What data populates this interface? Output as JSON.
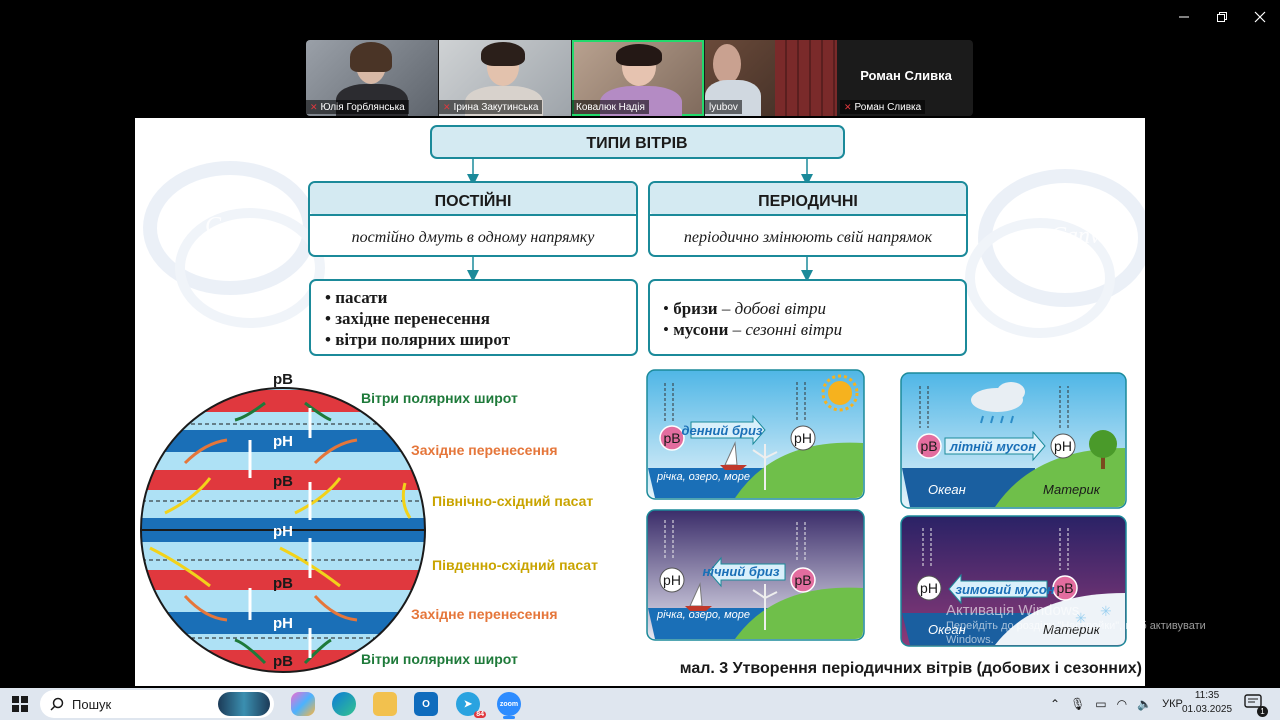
{
  "window": {
    "minimize_icon": "minimize-icon",
    "restore_icon": "restore-icon",
    "close_icon": "close-icon"
  },
  "participants": [
    {
      "name": "Юлія Горблянська",
      "muted": true
    },
    {
      "name": "Ірина Закутинська",
      "muted": true
    },
    {
      "name": "Ковалюк Надія",
      "muted": false,
      "active": true
    },
    {
      "name": "lyubov",
      "muted": false
    },
    {
      "name": "Роман Сливка",
      "muted": true,
      "header": "Роман Сливка"
    }
  ],
  "slide": {
    "title": "ТИПИ ВІТРІВ",
    "watermark": "Canva",
    "constant": {
      "header": "ПОСТІЙНІ",
      "desc": "постійно дмуть в одному напрямку",
      "items": [
        "пасати",
        "західне перенесення",
        "вітри полярних широт"
      ]
    },
    "periodic": {
      "header": "ПЕРІОДИЧНІ",
      "desc": "періодично змінюють свій напрямок",
      "items": [
        {
          "bold": "бризи",
          "sep": " – ",
          "italic": "добові вітри"
        },
        {
          "bold": "мусони",
          "sep": " – ",
          "italic": "сезонні вітри"
        }
      ]
    },
    "globe": {
      "labels": [
        "Вітри полярних широт",
        "Західне перенесення",
        "Північно-східний пасат",
        "Південно-східний пасат",
        "Західне перенесення",
        "Вітри полярних широт"
      ],
      "pressure": [
        "рВ",
        "рН",
        "рВ",
        "рН",
        "рВ",
        "рН",
        "рВ"
      ]
    },
    "panels": {
      "day": {
        "wind": "денний бриз",
        "left": "рВ",
        "right": "рН",
        "water": "річка, озеро, море"
      },
      "night": {
        "wind": "нічний бриз",
        "left": "рН",
        "right": "рВ",
        "water": "річка, озеро, море"
      },
      "summer": {
        "wind": "літній мусон",
        "left": "рВ",
        "right": "рН",
        "ocean": "Океан",
        "land": "Материк"
      },
      "winter": {
        "wind": "зимовий мусон",
        "left": "рН",
        "right": "рВ",
        "ocean": "Океан",
        "land": "Материк"
      }
    },
    "caption": "мал. 3 Утворення періодичних вітрів (добових і сезонних)"
  },
  "activation": {
    "title": "Активація Windows",
    "text": "Перейдіть до розділу \"Настройки\", щоб активувати Windows."
  },
  "taskbar": {
    "search": "Пошук",
    "lang": "УКР",
    "time": "11:35",
    "date": "01.03.2025",
    "telegram_badge": "84",
    "notif_count": "1"
  },
  "colors": {
    "high": "#e36d9f",
    "teal": "#1b8a9a",
    "red_band": "#e0383e",
    "blue_band": "#1a6fb7",
    "green_text": "#1e7a3a",
    "orange_text": "#e5763a",
    "yellow_text": "#c9a400"
  }
}
